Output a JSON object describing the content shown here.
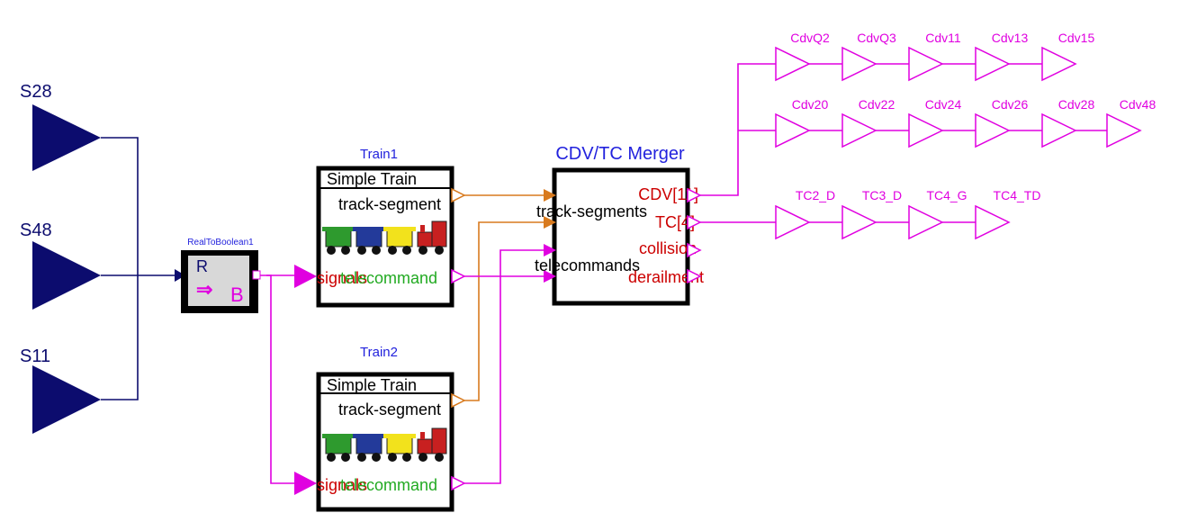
{
  "colors": {
    "navy": "#0c0c6e",
    "magenta": "#e000e0",
    "orange": "#d87a1e",
    "black": "#000000",
    "blue_label": "#2222dd",
    "red_label": "#cc0000",
    "green_label": "#22aa22"
  },
  "inputs": [
    {
      "name": "S28"
    },
    {
      "name": "S48"
    },
    {
      "name": "S11"
    }
  ],
  "converter": {
    "instance_name": "RealToBoolean1",
    "in_letter": "R",
    "out_letter": "B",
    "arrow_glyph": "⇒"
  },
  "trains": [
    {
      "instance_name": "Train1",
      "title": "Simple Train",
      "port_top": "track-segment",
      "port_left": "signals",
      "port_right": "telecommand"
    },
    {
      "instance_name": "Train2",
      "title": "Simple Train",
      "port_top": "track-segment",
      "port_left": "signals",
      "port_right": "telecommand"
    }
  ],
  "merger": {
    "instance_name": "CDV/TC Merger",
    "in_top": "track-segments",
    "in_bottom": "telecommands",
    "out_ports": [
      "CDV[11]",
      "TC[4]",
      "collision",
      "derailment"
    ]
  },
  "output_rows": [
    {
      "labels": [
        "CdvQ2",
        "CdvQ3",
        "Cdv11",
        "Cdv13",
        "Cdv15"
      ]
    },
    {
      "labels": [
        "Cdv20",
        "Cdv22",
        "Cdv24",
        "Cdv26",
        "Cdv28",
        "Cdv48"
      ]
    },
    {
      "labels": [
        "TC2_D",
        "TC3_D",
        "TC4_G",
        "TC4_TD"
      ]
    }
  ]
}
